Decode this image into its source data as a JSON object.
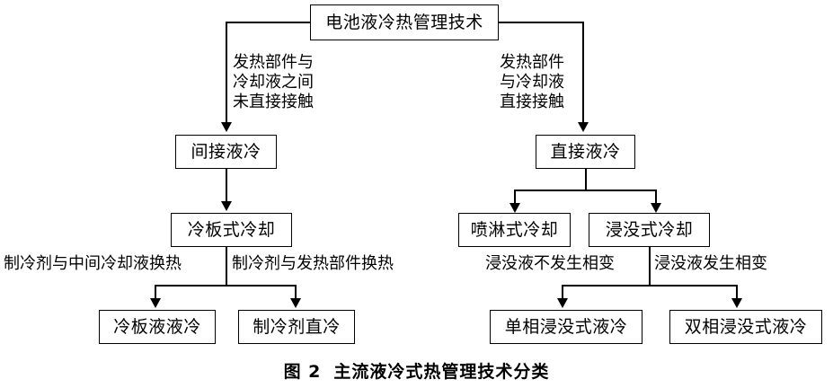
{
  "figure": {
    "caption_label": "图 2",
    "caption_title": "主流液冷式热管理技术分类"
  },
  "nodes": {
    "root": "电池液冷热管理技术",
    "indirect": "间接液冷",
    "direct": "直接液冷",
    "cold_plate": "冷板式冷却",
    "spray": "喷淋式冷却",
    "immersion": "浸没式冷却",
    "plate_liquid_liquid": "冷板液液冷",
    "refrigerant_direct": "制冷剂直冷",
    "single_phase_immersion": "单相浸没式液冷",
    "dual_phase_immersion": "双相浸没式液冷"
  },
  "edge_labels": {
    "to_indirect": "发热部件与\n冷却液之间\n未直接接触",
    "to_direct": "发热部件\n与冷却液\n直接接触",
    "plate_left": "制冷剂与中间冷却液换热",
    "plate_right": "制冷剂与发热部件换热",
    "immersion_left": "浸没液不发生相变",
    "immersion_right": "浸没液发生相变"
  },
  "colors": {
    "stroke": "#000000",
    "background": "#ffffff",
    "text": "#000000"
  }
}
